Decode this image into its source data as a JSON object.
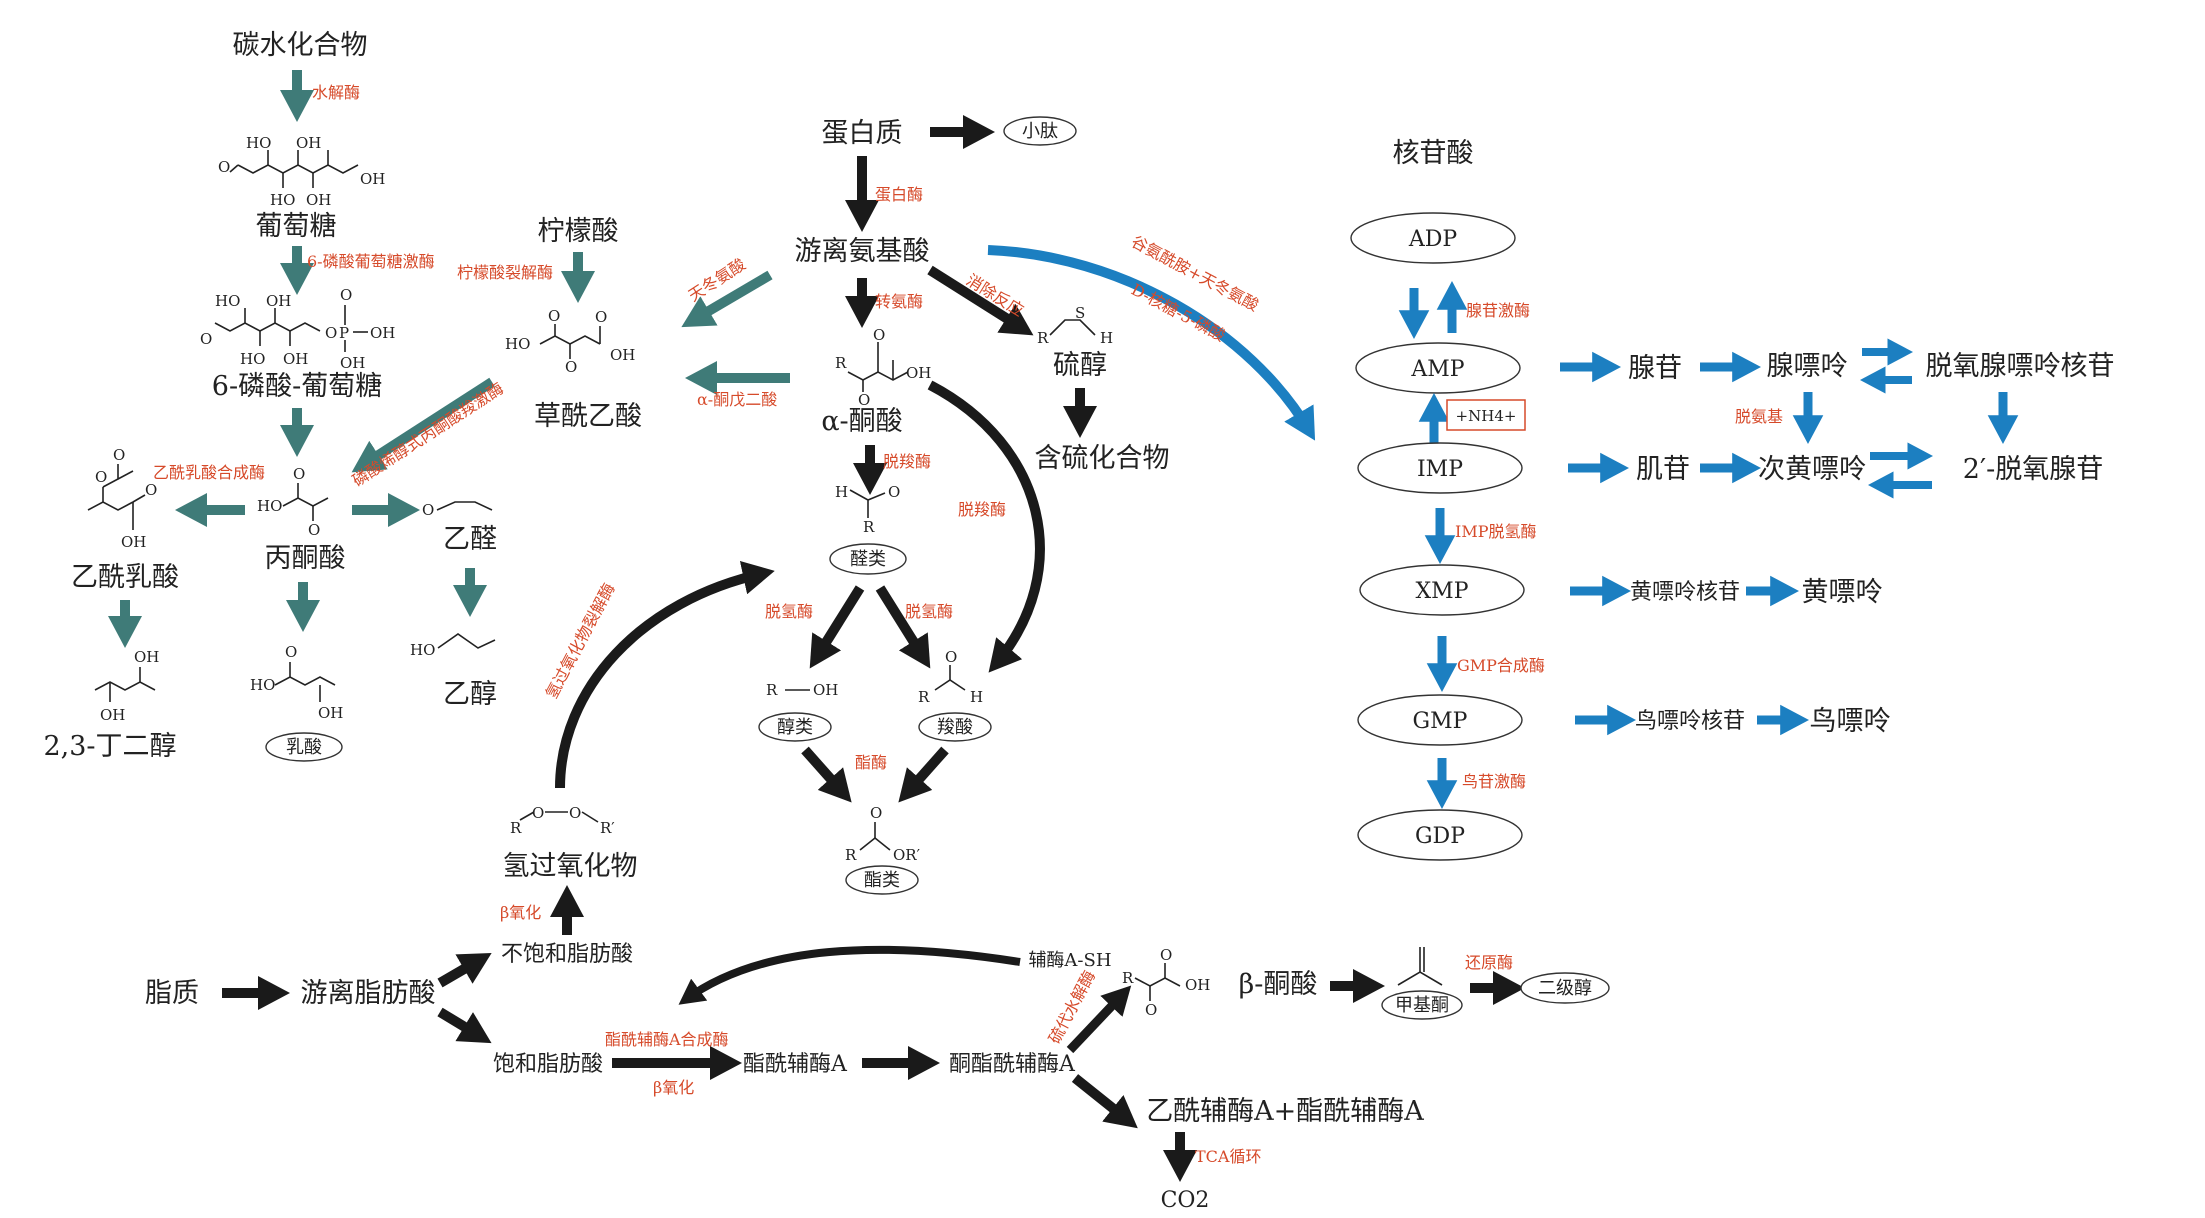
{
  "carbohydrate": {
    "title": "碳水化合物",
    "hydrolase": "水解酶",
    "glucose": "葡萄糖",
    "hexokinase": "6-磷酸葡萄糖激酶",
    "g6p": "6-磷酸-葡萄糖",
    "citric_acid": "柠檬酸",
    "citrate_lyase": "柠檬酸裂解酶",
    "oxaloacetate": "草酰乙酸",
    "pep_carboxykinase": "磷酸烯醇式丙酮酸羧激酶",
    "pyruvate": "丙酮酸",
    "acetolactate_synthase": "乙酰乳酸合成酶",
    "acetolactate": "乙酰乳酸",
    "butanediol": "2,3-丁二醇",
    "lactic_acid": "乳酸",
    "acetaldehyde": "乙醛",
    "ethanol": "乙醇"
  },
  "protein": {
    "title": "蛋白质",
    "small_peptide": "小肽",
    "protease": "蛋白酶",
    "free_aa": "游离氨基酸",
    "aspartic_acid": "天冬氨酸",
    "alpha_kg": "α-酮戊二酸",
    "transaminase": "转氨酶",
    "alpha_keto_acid": "α-酮酸",
    "elimination": "消除反应",
    "thiol": "硫醇",
    "sulfur_compounds": "含硫化合物",
    "decarboxylase1": "脱羧酶",
    "decarboxylase2": "脱羧酶",
    "aldehydes": "醛类",
    "dehydrogenase1": "脱氢酶",
    "dehydrogenase2": "脱氢酶",
    "alcohols": "醇类",
    "carboxylic_acids": "羧酸",
    "esterase": "酯酶",
    "esters": "酯类",
    "hydroperoxide_lyase": "氢过氧化物裂解酶",
    "glutamine_link": "谷氨酰胺+天冬氨酸",
    "ribose_link": "D-核糖-5-磷酸"
  },
  "nucleotide": {
    "title": "核苷酸",
    "adp": "ADP",
    "amp": "AMP",
    "adenylate_kinase": "腺苷激酶",
    "nh4": "+NH4+",
    "imp": "IMP",
    "imp_dh": "IMP脱氢酶",
    "xmp": "XMP",
    "gmp_synthase": "GMP合成酶",
    "gmp": "GMP",
    "guanylate_kinase": "鸟苷激酶",
    "gdp": "GDP",
    "adenosine": "腺苷",
    "adenine": "腺嘌呤",
    "deoxyadenosine": "脱氧腺嘌呤核苷",
    "deamination": "脱氨基",
    "inosine": "肌苷",
    "hypoxanthine": "次黄嘌呤",
    "deoxy_adenosine2": "2′-脱氧腺苷",
    "xanthosine": "黄嘌呤核苷",
    "xanthine": "黄嘌呤",
    "guanosine": "鸟嘌呤核苷",
    "guanine": "鸟嘌呤"
  },
  "lipid": {
    "title": "脂质",
    "ffa": "游离脂肪酸",
    "unsat_fa": "不饱和脂肪酸",
    "beta_ox1": "β氧化",
    "hydroperoxide": "氢过氧化物",
    "sat_fa": "饱和脂肪酸",
    "acyl_coa_synthase": "酯酰辅酶A合成酶",
    "beta_ox2": "β氧化",
    "acyl_coa": "酯酰辅酶A",
    "ketoacyl_coa": "酮酯酰辅酶A",
    "coa_sh": "辅酶A-SH",
    "thiohydrolase": "硫代水解酶",
    "beta_keto_acid": "β-酮酸",
    "methyl_ketone": "甲基酮",
    "reductase": "还原酶",
    "secondary_alcohol": "二级醇",
    "acetyl_coa": "乙酰辅酶A+酯酰辅酶A",
    "tca": "TCA循环",
    "co2": "CO2"
  }
}
